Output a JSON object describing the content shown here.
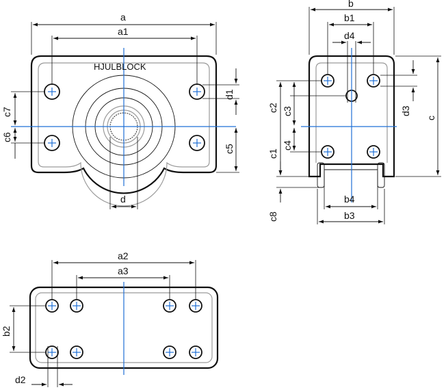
{
  "brand_text": "HJULBLOCK",
  "dimension_labels": {
    "a": "a",
    "a1": "a1",
    "a2": "a2",
    "a3": "a3",
    "b": "b",
    "b1": "b1",
    "b2": "b2",
    "b3": "b3",
    "b4": "b4",
    "c": "c",
    "c1": "c1",
    "c2": "c2",
    "c3": "c3",
    "c4": "c4",
    "c5": "c5",
    "c6": "c6",
    "c7": "c7",
    "c8": "c8",
    "d": "d",
    "d1": "d1",
    "d2": "d2",
    "d3": "d3",
    "d4": "d4"
  },
  "colors": {
    "outline": "#111111",
    "center_line": "#1f6fd6",
    "inner_contour": "#9a9a9a"
  }
}
